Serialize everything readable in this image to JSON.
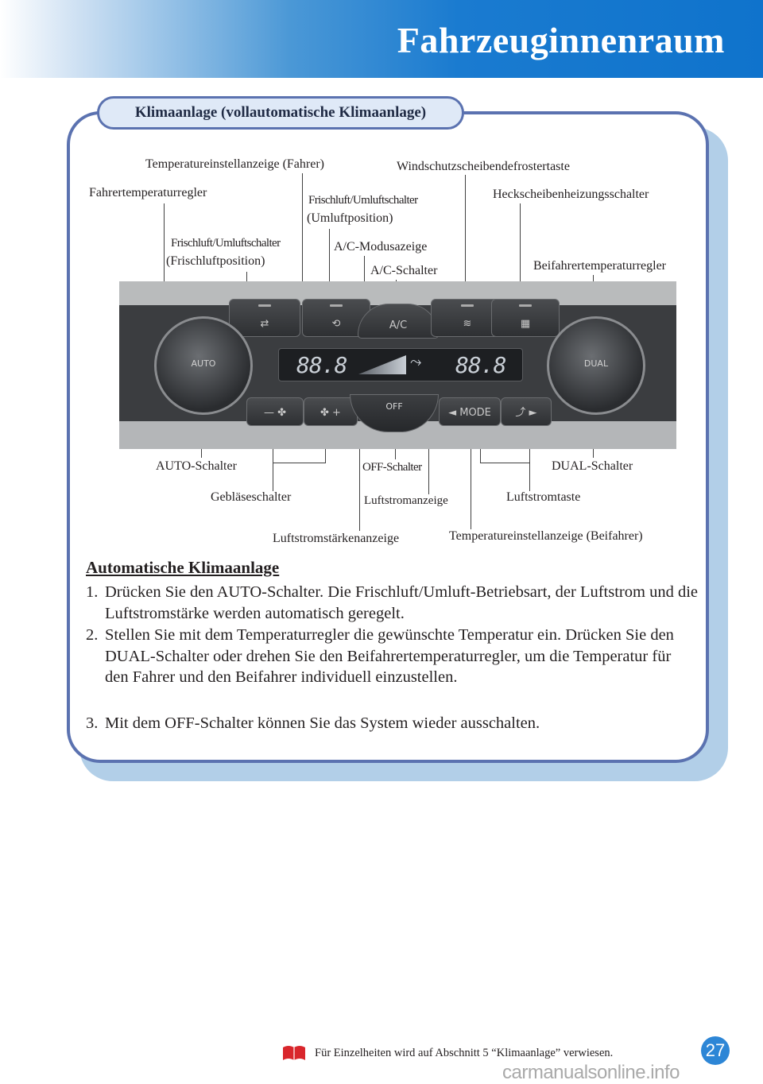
{
  "header": {
    "title": "Fahrzeuginnenraum"
  },
  "section": {
    "title": "Klimaanlage (vollautomatische Klimaanlage)"
  },
  "callouts": {
    "temp_display_driver": "Temperatureinstellanzeige (Fahrer)",
    "windshield_defroster": "Windschutzscheibendefrostertaste",
    "driver_temp_control": "Fahrertemperaturregler",
    "recirc_switch_line1": "Frischluft/Umluftschalter",
    "recirc_switch_line2": "(Umluftposition)",
    "rear_defogger": "Heckscheibenheizungsschalter",
    "fresh_switch_line1": "Frischluft/Umluftschalter",
    "fresh_switch_line2": "(Frischluftposition)",
    "ac_mode_indicator": "A/C-Modusazeige",
    "ac_switch": "A/C-Schalter",
    "passenger_temp_control": "Beifahrertemperaturregler",
    "auto_switch": "AUTO-Schalter",
    "off_switch": "OFF-Schalter",
    "dual_switch": "DUAL-Schalter",
    "fan_switch": "Gebläseschalter",
    "airflow_indicator": "Luftstromanzeige",
    "airflow_button": "Luftstromtaste",
    "fan_speed_indicator": "Luftstromstärkenanzeige",
    "temp_display_passenger": "Temperatureinstellanzeige (Beifahrer)"
  },
  "panel_photo": {
    "knob_left": "AUTO",
    "knob_right": "DUAL",
    "lcd_left": "88.8",
    "lcd_right": "88.8",
    "off_label": "OFF",
    "ac_label": "A/C",
    "mode_label": "◄ MODE",
    "fan_minus": "— ✤",
    "fan_plus": "✤ +",
    "airflow_right": "⤴ ►",
    "recirc_symbol": "⟲",
    "fresh_symbol": "⇄",
    "front_defrost_symbol": "≋",
    "rear_defrost_symbol": "▦"
  },
  "instructions": {
    "heading": "Automatische Klimaanlage",
    "steps": [
      {
        "num": "1.",
        "text": "Drücken Sie den AUTO-Schalter. Die Frischluft/Umluft-Betriebsart, der Luftstrom und die Luftstromstärke werden automatisch geregelt."
      },
      {
        "num": "2.",
        "text": "Stellen Sie mit dem Temperaturregler die gewünschte Temperatur ein. Drücken Sie den DUAL-Schalter oder drehen Sie den Beifahrertemperaturregler, um die Temperatur für den Fahrer und den Beifahrer individuell einzustellen."
      },
      {
        "num": "3.",
        "text": "Mit dem OFF-Schalter können Sie das System wieder ausschalten."
      }
    ]
  },
  "footer": {
    "note": "Für Einzelheiten wird auf Abschnitt 5 “Klimaanlage” verwiesen.",
    "page_number": "27",
    "watermark": "carmanualsonline.info"
  },
  "colors": {
    "header_blue": "#1a7bd0",
    "panel_border": "#5b72b0",
    "panel_shadow": "#b2cfe8",
    "book_icon": "#d9262c"
  }
}
